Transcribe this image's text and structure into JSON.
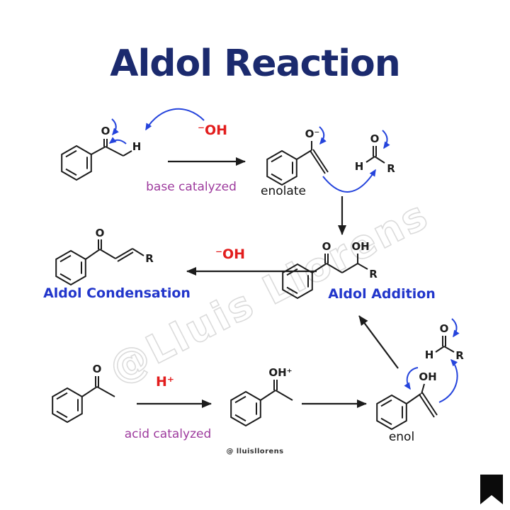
{
  "title": "Aldol Reaction",
  "watermark": "@Lluis Llorens",
  "credit": "@ lluisllorens",
  "colors": {
    "navy": "#1b2a6e",
    "blue": "#2236cb",
    "arrowblue": "#2544dc",
    "red": "#e21d1d",
    "purple": "#9d3a9d",
    "ink": "#1c1c1c",
    "watermark": "#dbdbdb",
    "bookmark": "#0b0b0b"
  },
  "reagents": {
    "hydroxide": "⁻OH",
    "proton": "H⁺"
  },
  "pathways": {
    "base": "base catalyzed",
    "acid": "acid catalyzed"
  },
  "species": {
    "enolate": "enolate",
    "enol": "enol"
  },
  "products": {
    "addition": "Aldol Addition",
    "condensation": "Aldol Condensation"
  },
  "atoms": {
    "o": "O",
    "h": "H",
    "r": "R",
    "oh": "OH",
    "o_minus": "O⁻",
    "oh_plus": "OH⁺"
  }
}
